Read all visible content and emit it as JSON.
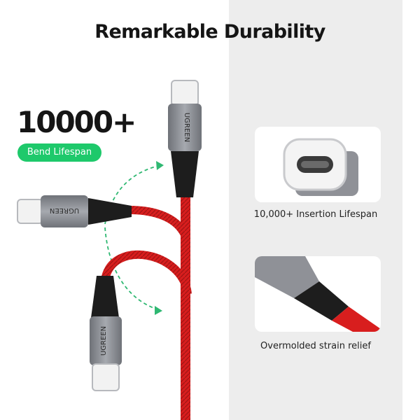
{
  "headline": "Remarkable Durability",
  "stat": {
    "count": "10000+",
    "badge": "Bend Lifespan"
  },
  "features": [
    {
      "caption": "10,000+ Insertion Lifespan"
    },
    {
      "caption": "Overmolded strain relief"
    }
  ],
  "brand_text": "UGREEN",
  "colors": {
    "accent_green": "#1ec96b",
    "cable_red": "#d81e1e",
    "connector_gray": "#8a8d94",
    "panel_gray": "#ededed"
  }
}
